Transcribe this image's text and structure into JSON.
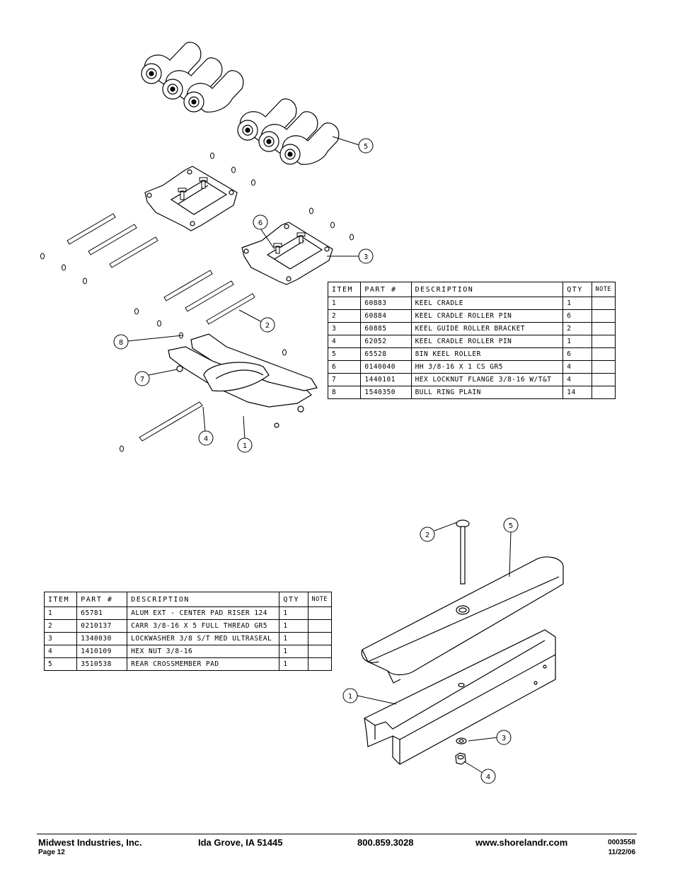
{
  "top_table": {
    "headers": [
      "ITEM",
      "PART #",
      "DESCRIPTION",
      "QTY",
      "NOTE"
    ],
    "rows": [
      [
        "1",
        "60883",
        "KEEL CRADLE",
        "1",
        ""
      ],
      [
        "2",
        "60884",
        "KEEL CRADLE ROLLER PIN",
        "6",
        ""
      ],
      [
        "3",
        "60885",
        "KEEL GUIDE ROLLER BRACKET",
        "2",
        ""
      ],
      [
        "4",
        "62052",
        "KEEL CRADLE ROLLER PIN",
        "1",
        ""
      ],
      [
        "5",
        "65528",
        "8IN KEEL ROLLER",
        "6",
        ""
      ],
      [
        "6",
        "0140040",
        "HH 3/8-16 X 1 CS GR5",
        "4",
        ""
      ],
      [
        "7",
        "1440101",
        "HEX LOCKNUT FLANGE 3/8-16 W/T&T",
        "4",
        ""
      ],
      [
        "8",
        "1540350",
        "BULL RING PLAIN",
        "14",
        ""
      ]
    ]
  },
  "bottom_table": {
    "headers": [
      "ITEM",
      "PART #",
      "DESCRIPTION",
      "QTY",
      "NOTE"
    ],
    "rows": [
      [
        "1",
        "65781",
        "ALUM EXT - CENTER PAD RISER 124",
        "1",
        ""
      ],
      [
        "2",
        "0210137",
        "CARR 3/8-16 X 5 FULL THREAD GR5",
        "1",
        ""
      ],
      [
        "3",
        "1340030",
        "LOCKWASHER 3/8 S/T MED ULTRASEAL",
        "1",
        ""
      ],
      [
        "4",
        "1410109",
        "HEX NUT 3/8-16",
        "1",
        ""
      ],
      [
        "5",
        "3510538",
        "REAR CROSSMEMBER PAD",
        "1",
        ""
      ]
    ]
  },
  "top_balloons": [
    "5",
    "6",
    "3",
    "2",
    "8",
    "7",
    "4",
    "1"
  ],
  "bottom_balloons": [
    "2",
    "5",
    "1",
    "3",
    "4"
  ],
  "footer": {
    "company": "Midwest Industries, Inc.",
    "page": "Page 12",
    "city": "Ida Grove, IA  51445",
    "phone": "800.859.3028",
    "website": "www.shorelandr.com",
    "doc_number": "0003558",
    "date": "11/22/06"
  }
}
